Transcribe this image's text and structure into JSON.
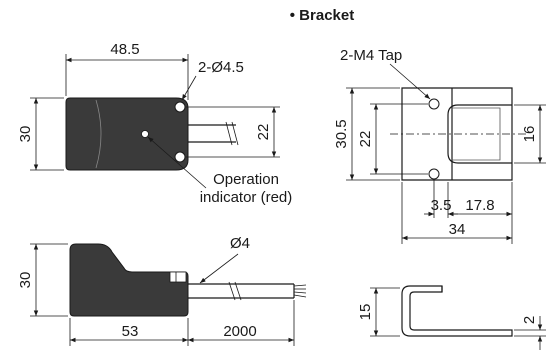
{
  "title": "• Bracket",
  "front_view": {
    "width_dim": "48.5",
    "height_dim": "30",
    "hole_label": "2-Ø4.5",
    "pitch_dim": "22",
    "indicator_label_1": "Operation",
    "indicator_label_2": "indicator (red)"
  },
  "side_view": {
    "height_dim": "30",
    "cable_dia": "Ø4",
    "length_dim": "53",
    "cable_len_dim": "2000"
  },
  "bracket_top": {
    "tap_label": "2-M4 Tap",
    "outer_height_dim": "30.5",
    "pitch_dim": "22",
    "slot_dim": "16",
    "offset_dim": "3.5",
    "slot_len_dim": "17.8",
    "width_dim": "34"
  },
  "bracket_side": {
    "height_dim": "15",
    "thick_dim": "2"
  }
}
